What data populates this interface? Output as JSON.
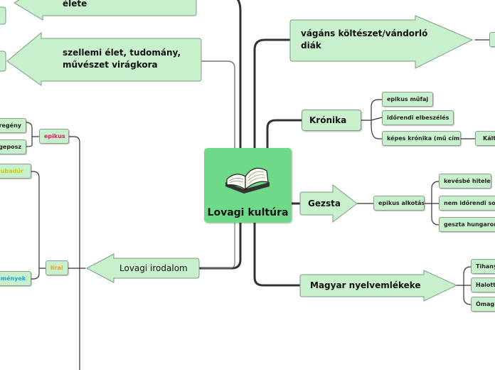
{
  "central_topic": {
    "title": "Lovagi kultúra",
    "icon": "open-book-icon"
  },
  "right_topics": [
    {
      "label": "vágáns költészet/vándorló diák",
      "line1": "vágáns költészet/vándorló",
      "line2": "diák",
      "children": []
    },
    {
      "label": "Krónika",
      "children": [
        "epikus műfaj",
        "időrendi elbeszélés",
        "képes krónika (mű cím)"
      ],
      "grandchild": "Kálti"
    },
    {
      "label": "Gezsta",
      "sub": "epikus alkotás",
      "children": [
        "kevésbé hiteles",
        "nem időrendi sor",
        "geszta hungarorum"
      ]
    },
    {
      "label": "Magyar nyelvemlékeke",
      "children": [
        "Tihany",
        "Halott",
        "Ómag"
      ]
    }
  ],
  "left_topics": [
    {
      "label": "élete"
    },
    {
      "label": "szellemi élet, tudomány, művészet virágkora",
      "line1": "szellemi élet, tudomány,",
      "line2": "művészet virágkora"
    },
    {
      "label": "Lovagi irodalom"
    }
  ],
  "left_subtopics": {
    "epikus": {
      "label": "epikus",
      "children": [
        "regény",
        "geposz"
      ]
    },
    "lirai": {
      "label": "lírai",
      "children": [
        "trubadúr",
        "dmények"
      ]
    }
  },
  "colors": {
    "center_fill": "#6fd98a",
    "node_fill": "#c9f0cd",
    "connector": "#333333",
    "epikus_text": "#d81b60",
    "lirai_text": "#f29b1d",
    "trubadur_text": "#c8cf00",
    "dmenyek_text": "#1f9fd6"
  }
}
